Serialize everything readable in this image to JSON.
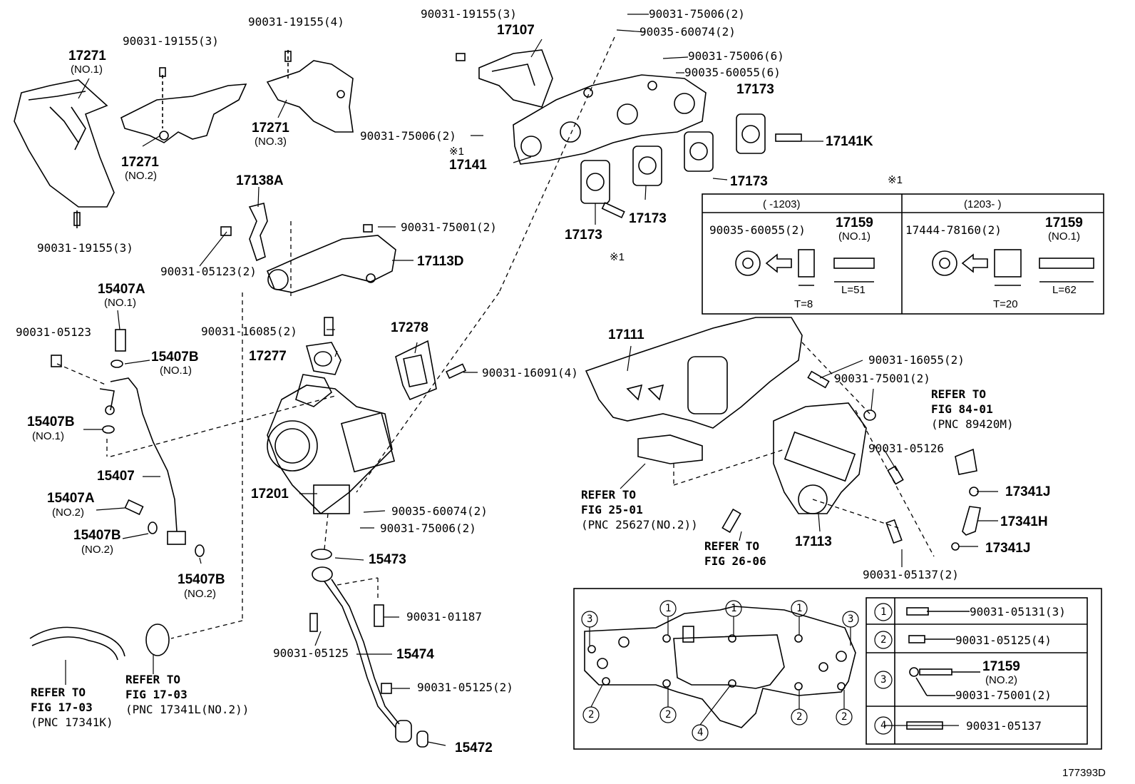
{
  "diagram_id": "177393D",
  "parts": {
    "p17271_no1": {
      "pn": "17271",
      "sub": "(NO.1)"
    },
    "p17271_no2": {
      "pn": "17271",
      "sub": "(NO.2)"
    },
    "p17271_no3": {
      "pn": "17271",
      "sub": "(NO.3)"
    },
    "p17107": "17107",
    "p17141": "17141",
    "p17141k": "17141K",
    "p17173_a": "17173",
    "p17173_b": "17173",
    "p17173_c": "17173",
    "p17173_d": "17173",
    "p17138a": "17138A",
    "p17113d": "17113D",
    "p15407a_no1": {
      "pn": "15407A",
      "sub": "(NO.1)"
    },
    "p15407b_no1a": {
      "pn": "15407B",
      "sub": "(NO.1)"
    },
    "p15407b_no1b": {
      "pn": "15407B",
      "sub": "(NO.1)"
    },
    "p15407": "15407",
    "p15407a_no2": {
      "pn": "15407A",
      "sub": "(NO.2)"
    },
    "p15407b_no2a": {
      "pn": "15407B",
      "sub": "(NO.2)"
    },
    "p15407b_no2b": {
      "pn": "15407B",
      "sub": "(NO.2)"
    },
    "p17277": "17277",
    "p17278": "17278",
    "p17201": "17201",
    "p15473": "15473",
    "p15474": "15474",
    "p15472": "15472",
    "p17111": "17111",
    "p17113": "17113",
    "p17341j_a": "17341J",
    "p17341h": "17341H",
    "p17341j_b": "17341J"
  },
  "fasteners": {
    "f1": "90031-19155(3)",
    "f2": "90031-19155(4)",
    "f3": "90031-19155(3)",
    "f4": "90031-19155(3)",
    "f5": "90031-75006(2)",
    "f6": "90035-60074(2)",
    "f7": "90031-75006(6)",
    "f8": "90035-60055(6)",
    "f9": "90031-75006(2)",
    "f10": "90031-05123(2)",
    "f11": "90031-75001(2)",
    "f12": "90031-05123",
    "f13": "90031-16085(2)",
    "f14": "90031-16091(4)",
    "f15": "90031-16055(2)",
    "f16": "90031-75001(2)",
    "f17": "90031-05126",
    "f18": "90035-60074(2)",
    "f19": "90031-75006(2)",
    "f20": "90031-01187",
    "f21": "90031-05125",
    "f22": "90031-05125(2)",
    "f23": "90031-05137(2)"
  },
  "marks": {
    "note_mark": "※1"
  },
  "refers": {
    "r84": [
      "REFER TO",
      "FIG 84-01",
      "(PNC 89420M)"
    ],
    "r25": [
      "REFER TO",
      "FIG 25-01",
      "(PNC 25627(NO.2))"
    ],
    "r26": [
      "REFER TO",
      "FIG 26-06"
    ],
    "r17a": [
      "REFER TO",
      "FIG 17-03",
      "(PNC 17341K)"
    ],
    "r17b": [
      "REFER TO",
      "FIG 17-03",
      "(PNC 17341L(NO.2))"
    ]
  },
  "note_table": {
    "mark": "※1",
    "left": {
      "header": "(      -1203)",
      "washer": "90035-60055(2)",
      "stud": {
        "pn": "17159",
        "sub": "(NO.1)"
      },
      "t": "T=8",
      "l": "L=51"
    },
    "right": {
      "header": "(1203-      )",
      "washer": "17444-78160(2)",
      "stud": {
        "pn": "17159",
        "sub": "(NO.1)"
      },
      "t": "T=20",
      "l": "L=62"
    }
  },
  "legend": {
    "rows": [
      {
        "num": "1",
        "pn": "90031-05131(3)"
      },
      {
        "num": "2",
        "pn": "90031-05125(4)"
      },
      {
        "num": "3",
        "stud": "17159",
        "stud_sub": "(NO.2)",
        "pn": "90031-75001(2)"
      },
      {
        "num": "4",
        "pn": "90031-05137"
      }
    ],
    "gasket_nums": [
      "3",
      "1",
      "1",
      "1",
      "3",
      "2",
      "2",
      "4",
      "2",
      "2"
    ]
  }
}
